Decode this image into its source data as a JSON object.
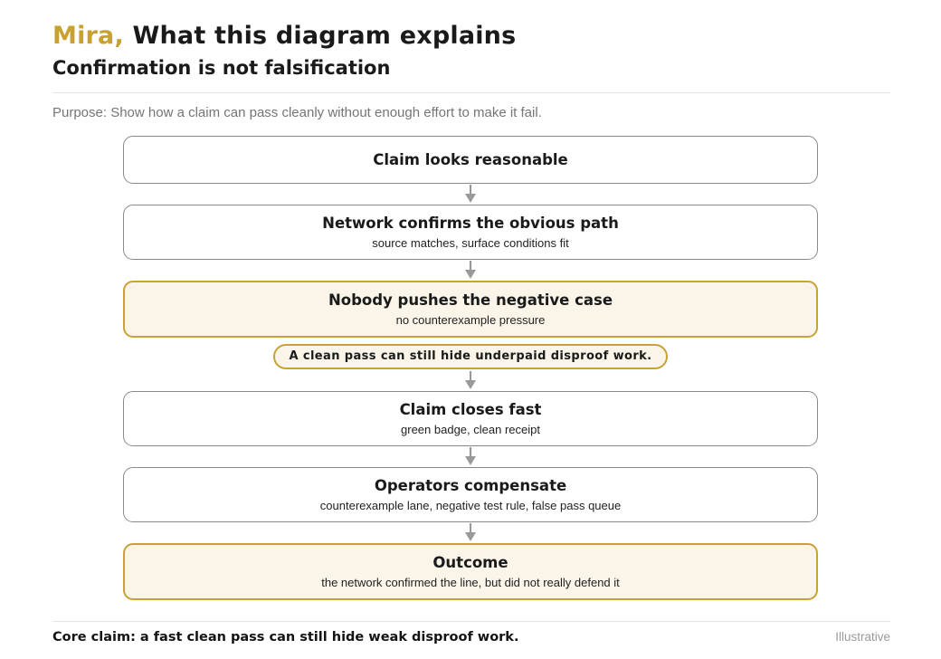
{
  "page": {
    "title_accent": "Mira,",
    "title_rest": " What this diagram explains",
    "subtitle": "Confirmation is not falsification",
    "purpose": "Purpose: Show how a claim can pass cleanly without enough effort to make it fail.",
    "footer_left": "Core claim: a fast clean pass can still hide weak disproof work.",
    "footer_right": "Illustrative"
  },
  "colors": {
    "accent": "#C7A230",
    "highlight_border": "#C9A236",
    "highlight_bg": "#FBF5E9",
    "box_border": "#8A8A8A",
    "arrow": "#999999",
    "muted_text": "#757575"
  },
  "flow": {
    "nodes": [
      {
        "title": "Claim looks reasonable",
        "subtitle": "",
        "highlight": false
      },
      {
        "title": "Network confirms the obvious path",
        "subtitle": "source matches, surface conditions fit",
        "highlight": false
      },
      {
        "title": "Nobody pushes the negative case",
        "subtitle": "no counterexample pressure",
        "highlight": true
      },
      {
        "title": "Claim closes fast",
        "subtitle": "green badge, clean receipt",
        "highlight": false
      },
      {
        "title": "Operators compensate",
        "subtitle": "counterexample lane, negative test rule, false pass queue",
        "highlight": false
      },
      {
        "title": "Outcome",
        "subtitle": "the network confirmed the line, but did not really defend it",
        "highlight": true
      }
    ],
    "callout": "A clean pass can still hide underpaid disproof work.",
    "callout_after_index": 2
  }
}
